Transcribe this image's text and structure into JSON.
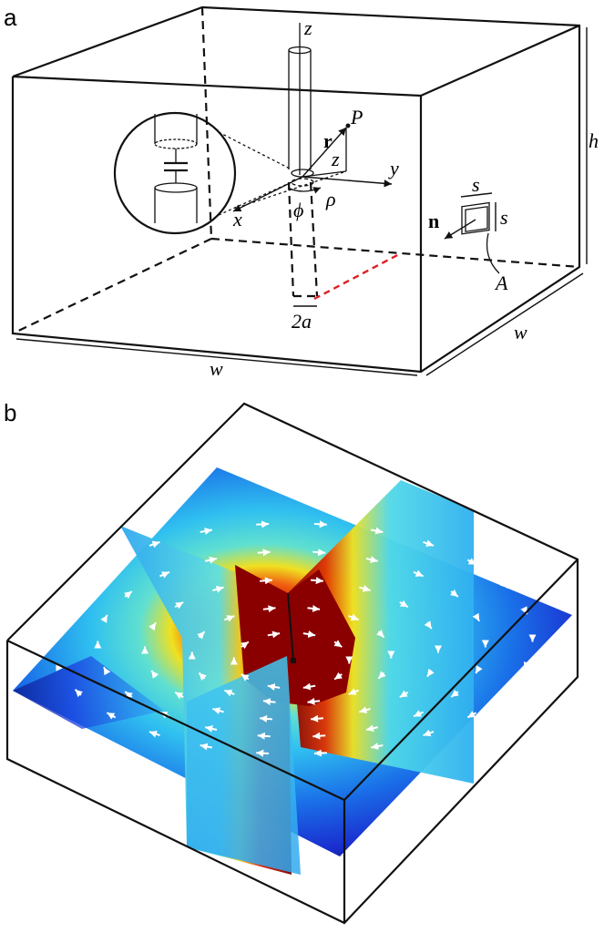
{
  "panel_a": {
    "label": "a",
    "symbols": {
      "z_axis": "z",
      "r_vec": "r",
      "point_p": "P",
      "z_coord": "z",
      "y_axis": "y",
      "x_axis": "x",
      "rho": "ρ",
      "phi": "ϕ",
      "two_a": "2a",
      "w_front": "w",
      "w_side": "w",
      "h": "h",
      "s_top": "s",
      "s_side": "s",
      "n_vec": "n",
      "area": "A"
    }
  },
  "panel_b": {
    "label": "b",
    "colors": {
      "high": "#7a0000",
      "mid_red": "#e02000",
      "yellow": "#f0e020",
      "cyan": "#30c8f0",
      "blue": "#1a3ce0",
      "deep_blue": "#0a1a8a",
      "arrow": "#ffffff"
    }
  }
}
